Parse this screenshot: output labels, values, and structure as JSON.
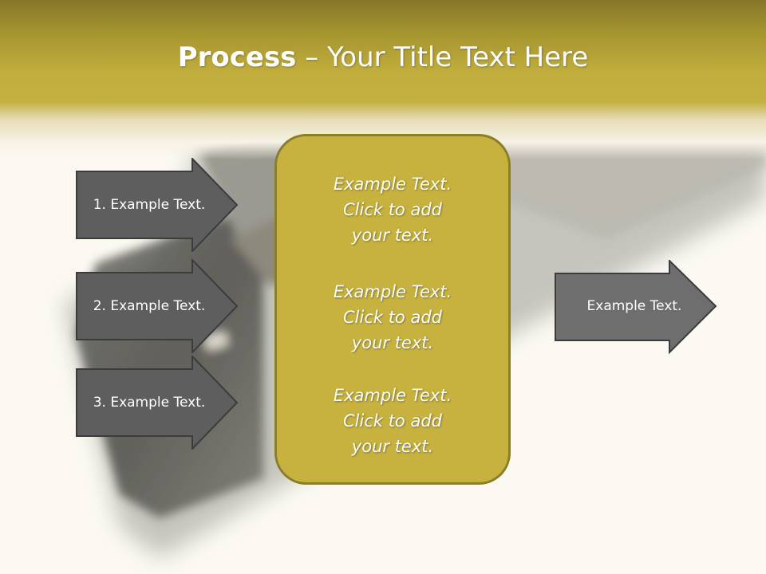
{
  "slide": {
    "title_bold": "Process",
    "title_rest": " – Your Title Text Here"
  },
  "left_arrows": [
    {
      "label": "1. Example Text."
    },
    {
      "label": "2. Example Text."
    },
    {
      "label": "3. Example Text."
    }
  ],
  "center_box": {
    "blocks": [
      {
        "line1": "Example Text.",
        "line2": "Click  to add",
        "line3": "your text."
      },
      {
        "line1": "Example Text.",
        "line2": "Click  to add",
        "line3": "your text."
      },
      {
        "line1": "Example Text.",
        "line2": "Click  to add",
        "line3": "your text."
      }
    ]
  },
  "right_arrow": {
    "label": "Example Text."
  },
  "colors": {
    "header_gold": "#c4b143",
    "box_fill": "#c7b13f",
    "box_border": "#8c7d27",
    "arrow_dark": "#5e5e5e",
    "arrow_light": "#6e6e6e"
  }
}
